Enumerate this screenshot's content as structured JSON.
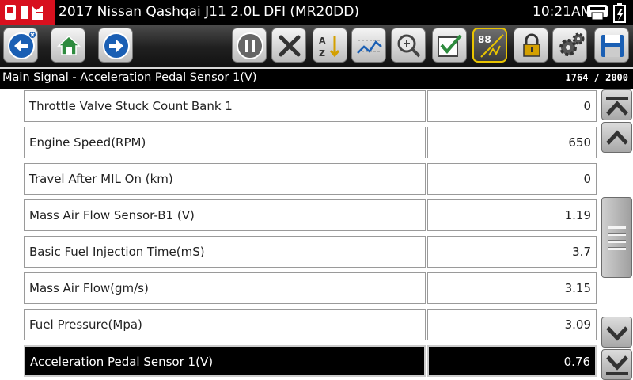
{
  "window": {
    "title": "2017 Nissan Qashqai J11 2.0L DFI (MR20DD)",
    "clock": "10:21AM",
    "status_icons": [
      "printer-icon",
      "battery-icon"
    ]
  },
  "toolbar": {
    "buttons": [
      {
        "name": "back-button",
        "icon": "back-arrow-icon"
      },
      {
        "name": "home-button",
        "icon": "home-icon"
      },
      {
        "name": "forward-button",
        "icon": "forward-arrow-icon"
      },
      {
        "name": "pause-button",
        "icon": "pause-icon"
      },
      {
        "name": "clear-button",
        "icon": "x-icon"
      },
      {
        "name": "sort-button",
        "icon": "sort-icon"
      },
      {
        "name": "graph-view-button",
        "icon": "graph-icon"
      },
      {
        "name": "zoom-button",
        "icon": "magnifier-icon"
      },
      {
        "name": "select-button",
        "icon": "checkmark-icon"
      },
      {
        "name": "pid-view-button",
        "icon": "pid-icon",
        "label": "88",
        "active": true
      },
      {
        "name": "lock-button",
        "icon": "lock-icon"
      },
      {
        "name": "settings-button",
        "icon": "gear-icon"
      },
      {
        "name": "save-button",
        "icon": "floppy-icon"
      }
    ]
  },
  "header": {
    "signal": "Main Signal - Acceleration Pedal Sensor 1(V)",
    "counter": "1764 / 2000"
  },
  "rows": [
    {
      "name": "Throttle Valve Stuck Count Bank 1",
      "value": "0"
    },
    {
      "name": "Engine Speed(RPM)",
      "value": "650"
    },
    {
      "name": "Travel After MIL On (km)",
      "value": "0"
    },
    {
      "name": "Mass Air Flow Sensor-B1 (V)",
      "value": "1.19"
    },
    {
      "name": "Basic Fuel Injection Time(mS)",
      "value": "3.7"
    },
    {
      "name": "Mass Air Flow(gm/s)",
      "value": "3.15"
    },
    {
      "name": "Fuel Pressure(Mpa)",
      "value": "3.09"
    },
    {
      "name": "Acceleration Pedal Sensor 1(V)",
      "value": "0.76",
      "selected": true
    }
  ],
  "colors": {
    "brand_red": "#d8101e",
    "toolbar_blue": "#1a5fb4",
    "active_border": "#e9c400"
  }
}
